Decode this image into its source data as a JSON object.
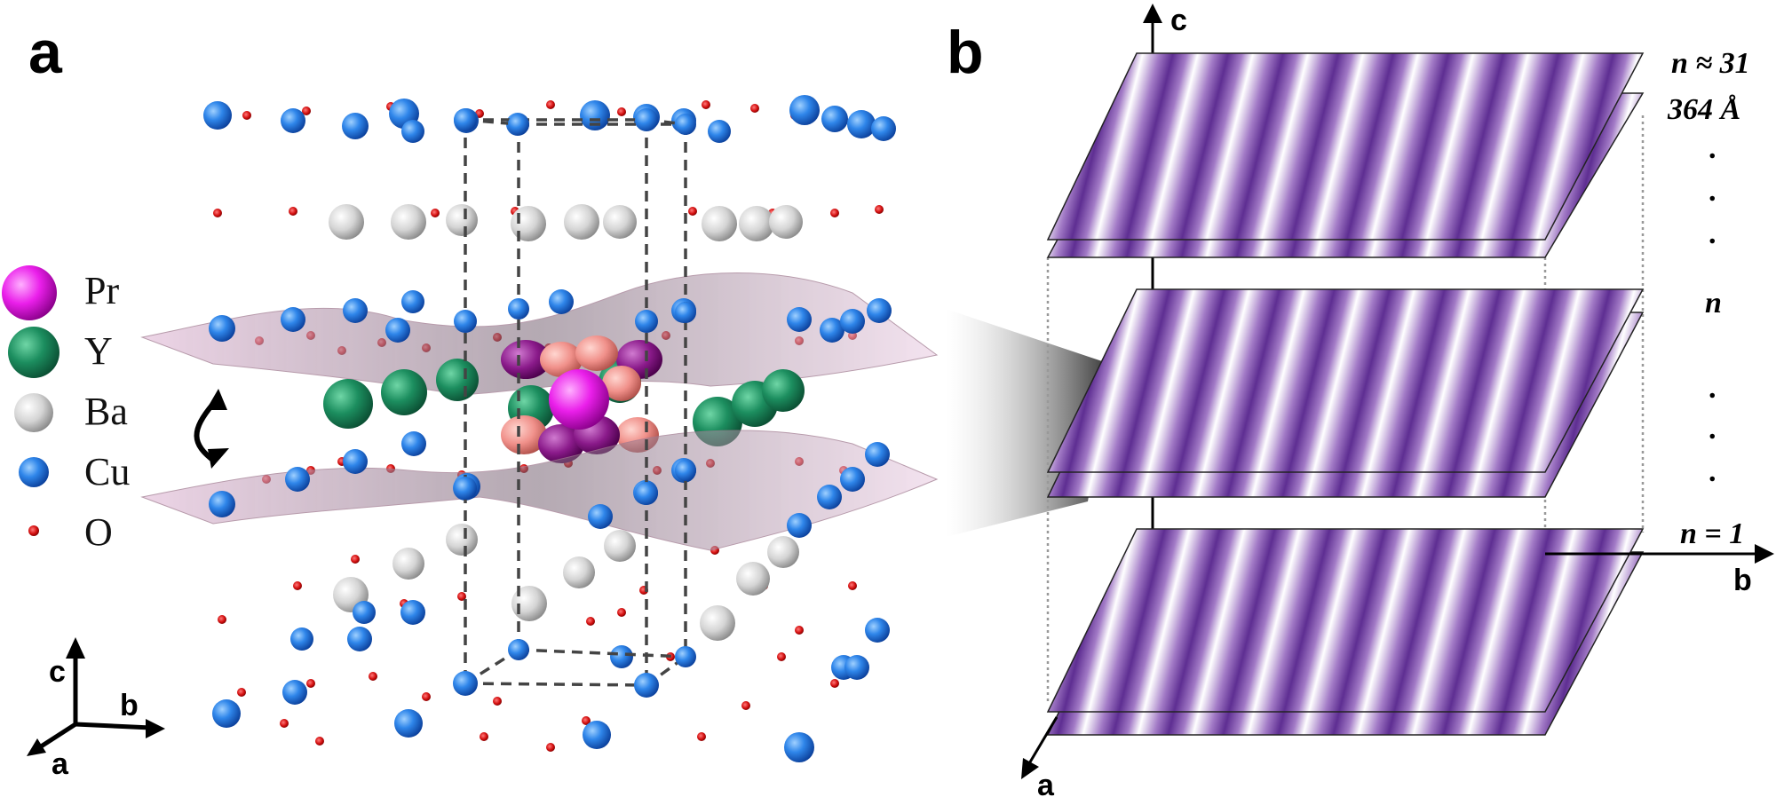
{
  "panel_a": {
    "letter": "a",
    "legend": [
      {
        "label": "Pr",
        "color": "#e21ee2"
      },
      {
        "label": "Y",
        "color": "#0f8a5a"
      },
      {
        "label": "Ba",
        "color": "#cfcfcf"
      },
      {
        "label": "Cu",
        "color": "#1e74e8"
      },
      {
        "label": "O",
        "color": "#d40f0f"
      }
    ],
    "axes": {
      "c": "c",
      "b": "b",
      "a": "a"
    }
  },
  "panel_b": {
    "letter": "b",
    "axes": {
      "c": "c",
      "b": "b",
      "a": "a"
    },
    "top_label": "n ≈ 31",
    "top_length": "364 Å",
    "mid_label": "n",
    "bottom_label": "n = 1",
    "ellipsis": "."
  },
  "colors": {
    "stripe_dark": "#6a3a9a",
    "stripe_light": "#ffffff",
    "surface": "#d8a8c8",
    "cell_line": "#444444"
  }
}
